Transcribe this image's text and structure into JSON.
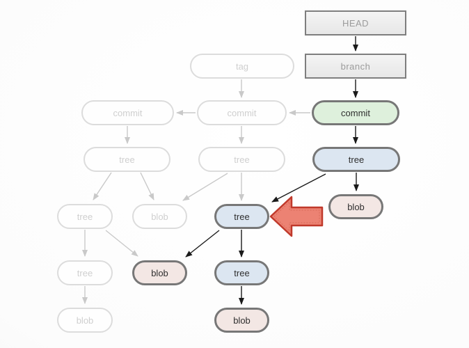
{
  "diagram": {
    "nodes": [
      {
        "id": "head",
        "label": "HEAD",
        "state": "active"
      },
      {
        "id": "branch",
        "label": "branch",
        "state": "active"
      },
      {
        "id": "commit-current",
        "label": "commit",
        "state": "active"
      },
      {
        "id": "tree-root",
        "label": "tree",
        "state": "active"
      },
      {
        "id": "blob-right",
        "label": "blob",
        "state": "active"
      },
      {
        "id": "tree-sub",
        "label": "tree",
        "state": "active-pointed"
      },
      {
        "id": "blob-mid-left",
        "label": "blob",
        "state": "active"
      },
      {
        "id": "tree-sub-child",
        "label": "tree",
        "state": "active"
      },
      {
        "id": "blob-bottom",
        "label": "blob",
        "state": "active"
      },
      {
        "id": "tag",
        "label": "tag",
        "state": "faded"
      },
      {
        "id": "commit-old-1",
        "label": "commit",
        "state": "faded"
      },
      {
        "id": "commit-old-2",
        "label": "commit",
        "state": "faded"
      },
      {
        "id": "tree-old-1",
        "label": "tree",
        "state": "faded"
      },
      {
        "id": "tree-old-2",
        "label": "tree",
        "state": "faded"
      },
      {
        "id": "tree-old-3",
        "label": "tree",
        "state": "faded"
      },
      {
        "id": "blob-old-1",
        "label": "blob",
        "state": "faded"
      },
      {
        "id": "tree-old-4",
        "label": "tree",
        "state": "faded"
      },
      {
        "id": "blob-old-2",
        "label": "blob",
        "state": "faded"
      }
    ],
    "colors": {
      "commit_fill": "#def0dc",
      "tree_fill": "#dce6f1",
      "blob_fill": "#f3e7e4",
      "box_fill": "#ececec",
      "node_border": "#777777",
      "faded_border": "#dcdcdc",
      "faded_text": "#cfcfcf",
      "arrow": "#1a1a1a",
      "faded_arrow": "#c9c9c9",
      "pointer_fill": "#ec8273",
      "pointer_border": "#c0392b"
    }
  }
}
